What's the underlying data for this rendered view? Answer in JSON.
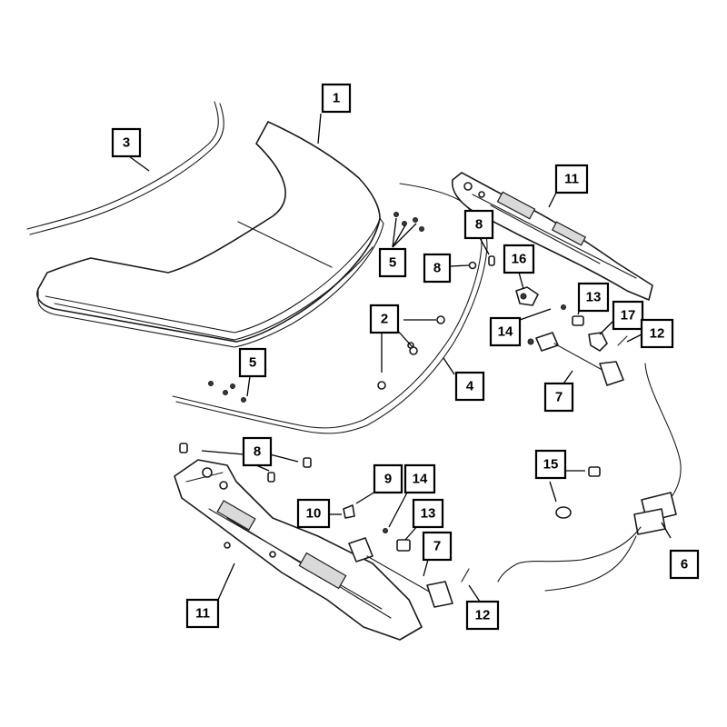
{
  "colors": {
    "ink": "#1a1a1a",
    "background": "#ffffff",
    "shade": "#d9d9d9"
  },
  "callouts": {
    "c1": "1",
    "c2": "2",
    "c3": "3",
    "c4": "4",
    "c5a": "5",
    "c5b": "5",
    "c6": "6",
    "c7a": "7",
    "c7b": "7",
    "c8a": "8",
    "c8b": "8",
    "c8c": "8",
    "c9": "9",
    "c10": "10",
    "c11a": "11",
    "c11b": "11",
    "c12a": "12",
    "c12b": "12",
    "c13a": "13",
    "c13b": "13",
    "c14a": "14",
    "c14b": "14",
    "c15": "15",
    "c16": "16",
    "c17": "17"
  }
}
